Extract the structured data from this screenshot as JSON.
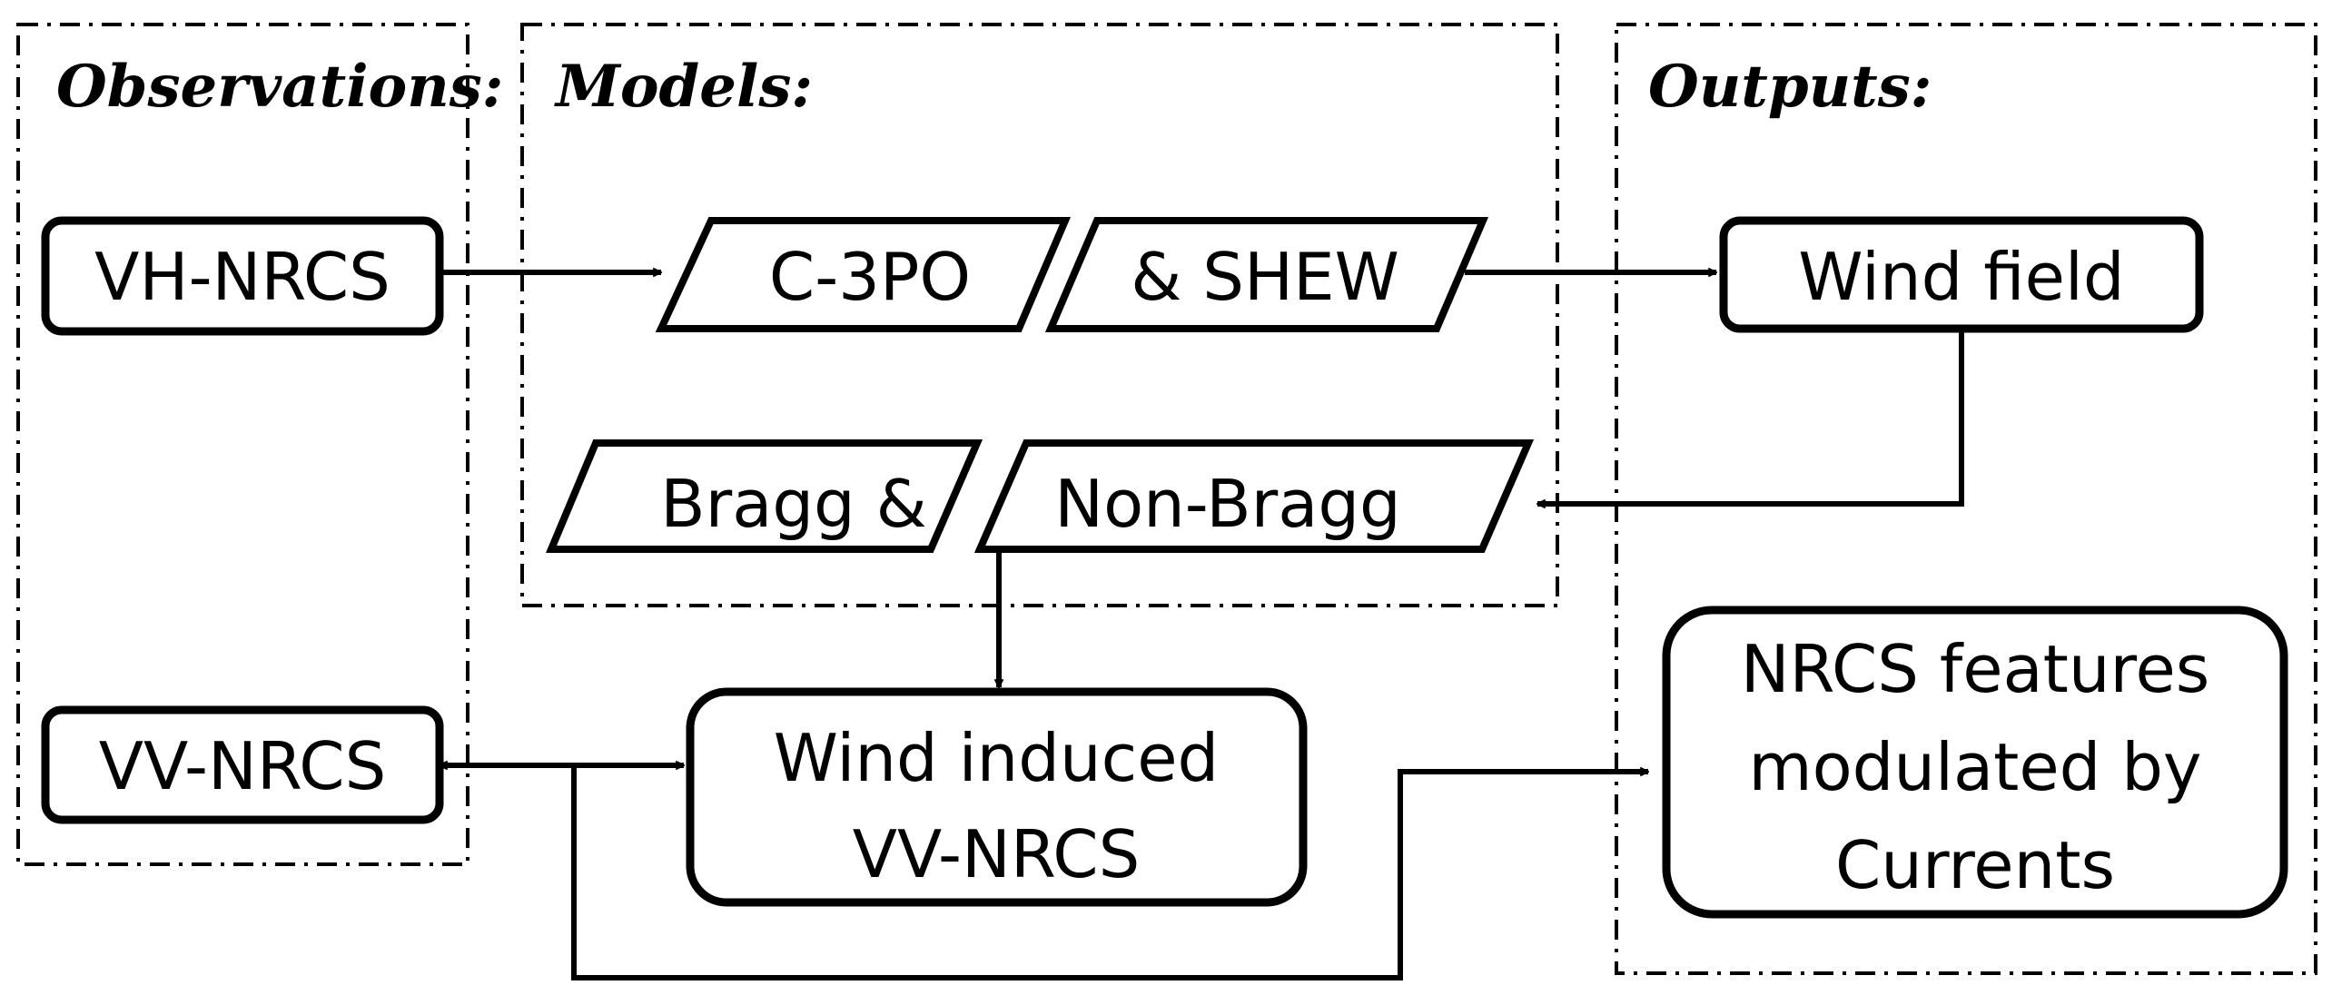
{
  "groups": {
    "observations": "Observations:",
    "models": "Models:",
    "outputs": "Outputs:"
  },
  "nodes": {
    "vh_nrcs": "VH-NRCS",
    "vv_nrcs": "VV-NRCS",
    "c3po": "C-3PO",
    "shew": "& SHEW",
    "bragg": "Bragg &",
    "non_bragg": "Non-Bragg",
    "wind_field": "Wind field",
    "wind_induced_line1": "Wind induced",
    "wind_induced_line2": "VV-NRCS",
    "features_line1": "NRCS features",
    "features_line2": "modulated by",
    "features_line3": "Currents"
  }
}
